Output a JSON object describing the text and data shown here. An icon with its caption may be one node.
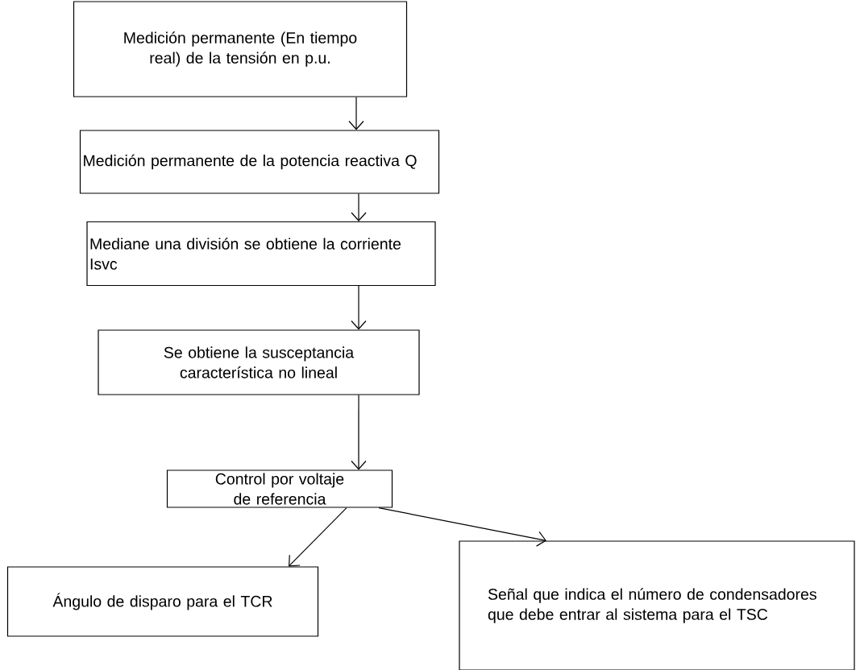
{
  "diagram": {
    "nodes": [
      {
        "text": [
          "Medición permanente (En tiempo real) de la tensión en p.u."
        ]
      },
      {
        "text": [
          "Medición permanente de la potencia reactiva Q"
        ]
      },
      {
        "text": [
          "Mediane una división se obtiene la corriente Isvc"
        ]
      },
      {
        "text": [
          "Se obtiene la susceptancia característica no lineal"
        ]
      },
      {
        "text": [
          "Control por voltaje de referencia"
        ]
      },
      {
        "text": [
          "Ángulo de disparo para el TCR"
        ]
      },
      {
        "text": [
          "Señal que indica el número de condensadores que debe entrar al sistema para el TSC"
        ]
      }
    ],
    "edges": [
      {
        "from": 0,
        "to": 1,
        "arrow": "to"
      },
      {
        "from": 1,
        "to": 2,
        "arrow": "to"
      },
      {
        "from": 2,
        "to": 3,
        "arrow": "to"
      },
      {
        "from": 3,
        "to": 4,
        "arrow": "to"
      },
      {
        "from": 4,
        "to": 5,
        "arrow": "to"
      },
      {
        "from": 4,
        "to": 6,
        "arrow": "to"
      }
    ]
  }
}
